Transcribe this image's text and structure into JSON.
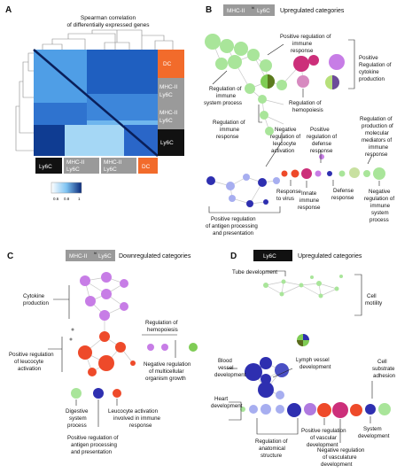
{
  "panel_a": {
    "letter": "A",
    "title_line1": "Spearman correlation",
    "title_line2": "of differentially expressed genes",
    "labels": {
      "dc_right": "DC",
      "mhc_right_a1": "MHC-II",
      "mhc_right_a2": "Ly6C",
      "mhc_right_b1": "MHC-II",
      "mhc_right_b2": "Ly6C",
      "ly6c_right": "Ly6C",
      "ly6c_bottom": "Ly6C",
      "mhc_bottom1": "MHC-II",
      "mhc_bottom2": "Ly6C",
      "mhc_bottom3_1": "MHC-II",
      "mhc_bottom3_2": "Ly6C",
      "dc_bottom": "DC"
    },
    "scale_ticks": [
      "0.6",
      "0.8",
      "1"
    ]
  },
  "panel_b": {
    "letter": "B",
    "badge": "MHC-II",
    "badge_sub": "Ly6C",
    "header": "Upregulated categories",
    "annotations": {
      "pos_reg_immune_1": "Positive regulation of",
      "pos_reg_immune_2": "immune",
      "pos_reg_immune_3": "response",
      "pos_reg_cytokine_1": "Positive",
      "pos_reg_cytokine_2": "Regulation of",
      "pos_reg_cytokine_3": "cytokine",
      "pos_reg_cytokine_4": "production",
      "reg_immune_system_1": "Regulation of",
      "reg_immune_system_2": "immune",
      "reg_immune_system_3": "system process",
      "reg_hemopoiesis_1": "Regulation of",
      "reg_hemopoiesis_2": "hemopoiesis",
      "reg_immune_response_1": "Regulation of",
      "reg_immune_response_2": "immune",
      "reg_immune_response_3": "response",
      "neg_reg_leuco_1": "Negative",
      "neg_reg_leuco_2": "regulation of",
      "neg_reg_leuco_3": "leucocyte",
      "neg_reg_leuco_4": "activation",
      "pos_reg_defense_1": "Positive",
      "pos_reg_defense_2": "regulation of",
      "pos_reg_defense_3": "defense",
      "pos_reg_defense_4": "response",
      "reg_molecular_1": "Regulation of",
      "reg_molecular_2": "production of",
      "reg_molecular_3": "molecular",
      "reg_molecular_4": "mediators of",
      "reg_molecular_5": "immune",
      "reg_molecular_6": "response",
      "innate_1": "Innate",
      "innate_2": "immune",
      "innate_3": "response",
      "defense_1": "Defense",
      "defense_2": "response",
      "virus_1": "Response",
      "virus_2": "to virus",
      "neg_reg_immune_1": "Negative",
      "neg_reg_immune_2": "regulation of",
      "neg_reg_immune_3": "immune",
      "neg_reg_immune_4": "system",
      "neg_reg_immune_5": "process",
      "pos_reg_antigen_1": "Positive regulation",
      "pos_reg_antigen_2": "of antigen processing",
      "pos_reg_antigen_3": "and presentation"
    }
  },
  "panel_c": {
    "letter": "C",
    "badge": "MHC-II",
    "badge_sub": "Ly6C",
    "header": "Downregulated categories",
    "annotations": {
      "cytokine_1": "Cytokine",
      "cytokine_2": "production",
      "hemopoiesis_1": "Regulation of",
      "hemopoiesis_2": "hemopoiesis",
      "pos_leuco_1": "Positive regulation",
      "pos_leuco_2": "of leucocyte",
      "pos_leuco_3": "activation",
      "neg_multi_1": "Negative regulation",
      "neg_multi_2": "of multicellular",
      "neg_multi_3": "organism growth",
      "digestive_1": "Digestive",
      "digestive_2": "system",
      "digestive_3": "process",
      "leuco_act_1": "Leucocyte activation",
      "leuco_act_2": "involved in immune",
      "leuco_act_3": "response",
      "antigen_1": "Positive regulation of",
      "antigen_2": "antigen processing",
      "antigen_3": "and presentation"
    }
  },
  "panel_d": {
    "letter": "D",
    "badge": "Ly6C",
    "header": "Upregulated categories",
    "annotations": {
      "tube": "Tube development",
      "motility_1": "Cell",
      "motility_2": "motility",
      "blood_1": "Blood",
      "blood_2": "vessel",
      "blood_3": "development",
      "lymph_1": "Lymph vessel",
      "lymph_2": "development",
      "substrate_1": "Cell",
      "substrate_2": "substrate",
      "substrate_3": "adhesion",
      "heart_1": "Heart",
      "heart_2": "development",
      "pos_vasc_1": "Positive regulation",
      "pos_vasc_2": "of vascular",
      "pos_vasc_3": "development",
      "system_1": "System",
      "system_2": "development",
      "anat_1": "Regulation of",
      "anat_2": "anatomical",
      "anat_3": "structure",
      "neg_vasc_1": "Negative regulation",
      "neg_vasc_2": "of vasculature",
      "neg_vasc_3": "development"
    }
  },
  "colors": {
    "green": "#a9e59a",
    "green_dark": "#7fcc55",
    "magenta": "#cc2f7a",
    "violet": "#c77de6",
    "red": "#ee4a2a",
    "navy": "#2e2fb0",
    "lavender": "#a7aef0",
    "orange": "#f26b2b",
    "grey_badge": "#9a9a9a",
    "black_badge": "#111111",
    "heat_dark": "#0a2a7a",
    "heat_light": "#9dd4f5"
  }
}
